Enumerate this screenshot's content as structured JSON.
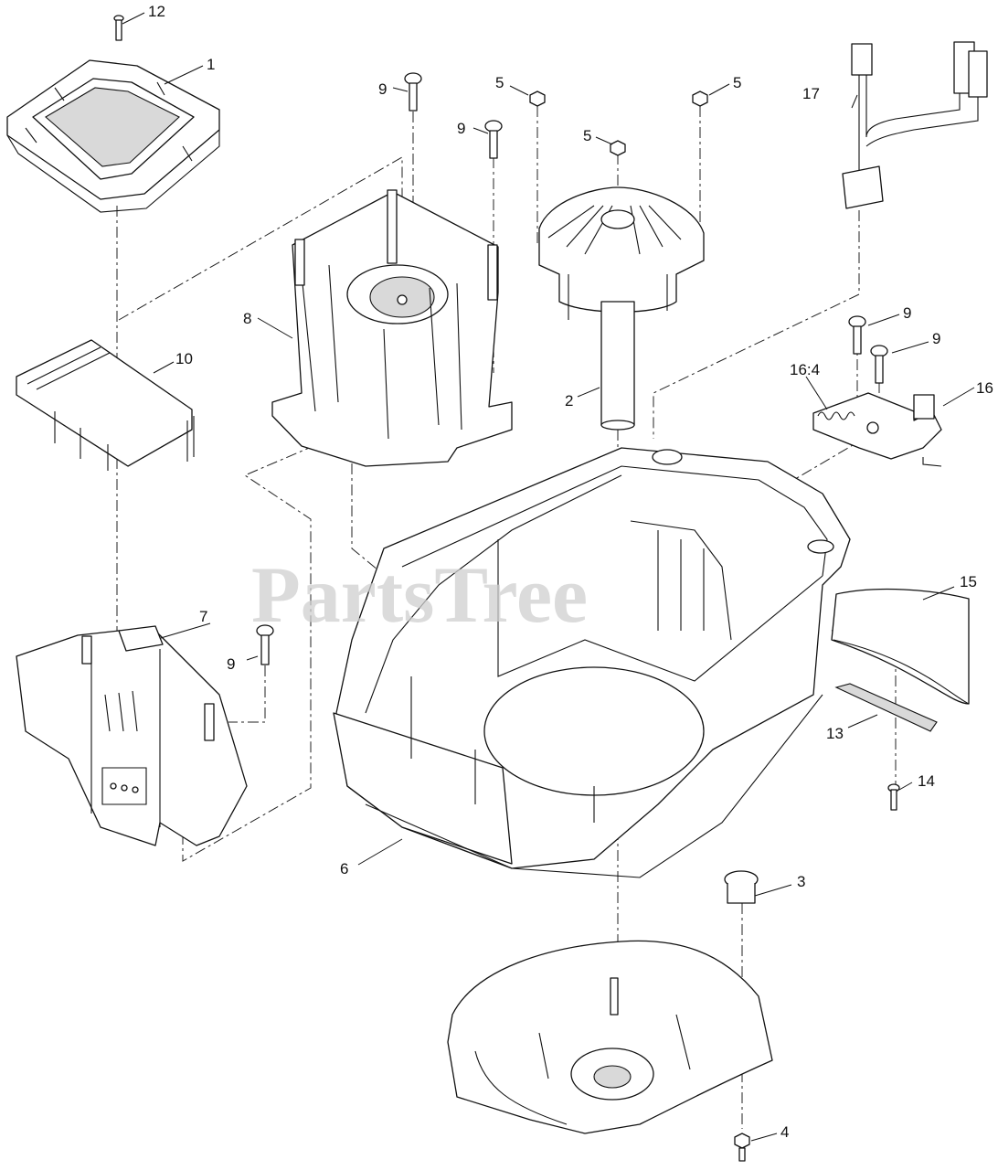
{
  "watermark": "PartsTree",
  "callouts": {
    "c1": "1",
    "c2": "2",
    "c3": "3",
    "c4": "4",
    "c5a": "5",
    "c5b": "5",
    "c5c": "5",
    "c6": "6",
    "c7": "7",
    "c8": "8",
    "c9a": "9",
    "c9b": "9",
    "c9c": "9",
    "c9d": "9",
    "c9e": "9",
    "c10": "10",
    "c12": "12",
    "c13": "13",
    "c14": "14",
    "c15": "15",
    "c16": "16",
    "c16_4": "16:4",
    "c17": "17"
  }
}
